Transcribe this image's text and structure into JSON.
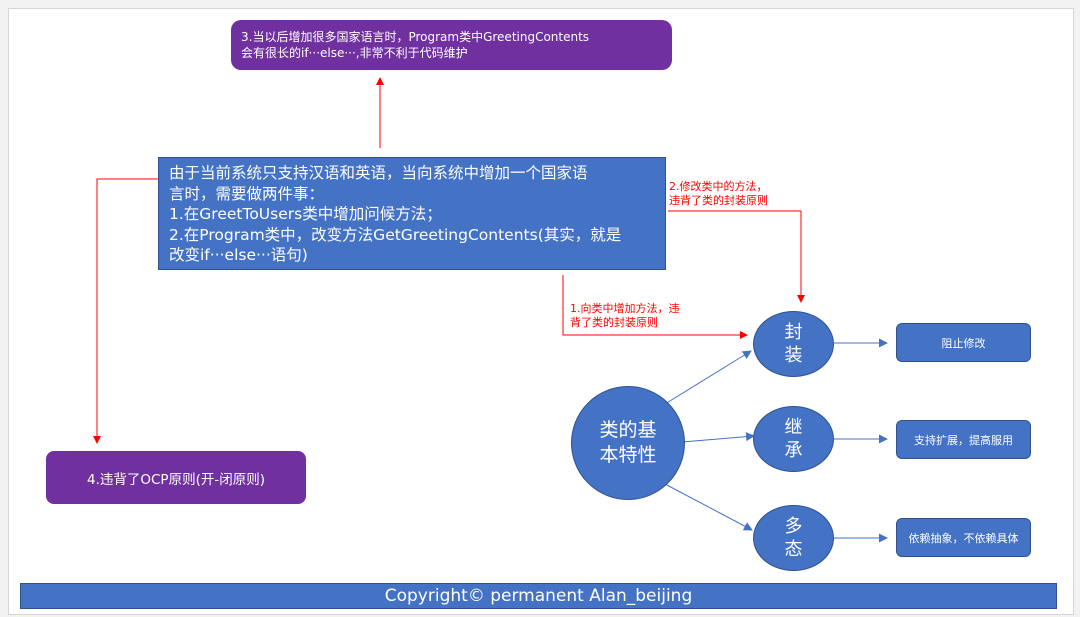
{
  "top_note": {
    "line1": "3.当以后增加很多国家语言时，Program类中GreetingContents",
    "line2": "会有很长的if···else···,非常不利于代码维护"
  },
  "main_box": {
    "line1": "由于当前系统只支持汉语和英语，当向系统中增加一个国家语",
    "line2": "言时，需要做两件事：",
    "line3": "1.在GreetToUsers类中增加问候方法；",
    "line4": "2.在Program类中，改变方法GetGreetingContents(其实，就是",
    "line5": "改变if···else···语句)"
  },
  "ocp_box": {
    "label": "4.违背了OCP原则(开-闭原则)"
  },
  "annotations": {
    "modify_method": {
      "line1": "2.修改类中的方法，",
      "line2": "违背了类的封装原则"
    },
    "add_method": {
      "line1": "1.向类中增加方法，违",
      "line2": "背了类的封装原则"
    }
  },
  "center_circle": {
    "line1": "类的基",
    "line2": "本特性"
  },
  "features": [
    {
      "line1": "封",
      "line2": "装",
      "result": "阻止修改"
    },
    {
      "line1": "继",
      "line2": "承",
      "result": "支持扩展，提高服用"
    },
    {
      "line1": "多",
      "line2": "态",
      "result": "依赖抽象，不依赖具体"
    }
  ],
  "footer": {
    "text": "Copyright© permanent  Alan_beijing"
  },
  "colors": {
    "purple": "#7030a0",
    "blue": "#4472c4",
    "red_line": "#ff0000",
    "blue_line": "#4472c4"
  }
}
